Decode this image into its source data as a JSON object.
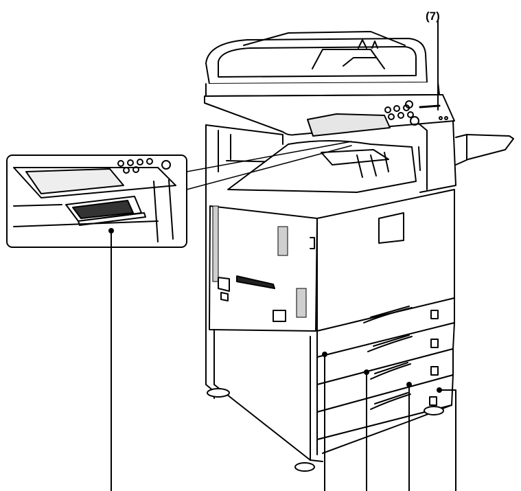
{
  "callouts": {
    "label_7": "(7)"
  },
  "colors": {
    "line": "#000000",
    "body": "#ffffff",
    "shade": "#cfcfcf",
    "dark": "#222222"
  },
  "icons": {
    "machine": "multifunction-printer-illustration",
    "inset": "keyboard-tray-magnified-inset"
  }
}
